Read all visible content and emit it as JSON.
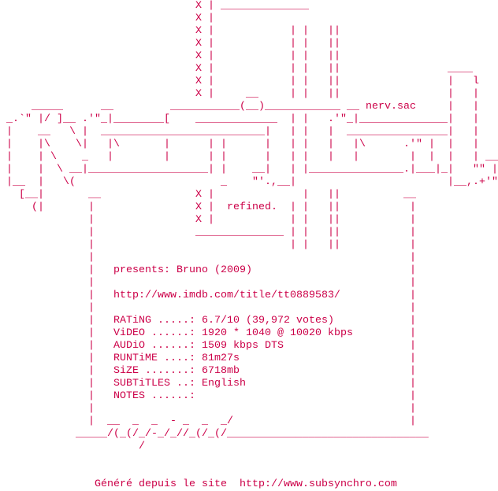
{
  "group_tag": "nerv.sac",
  "tagline": "refined.",
  "release": {
    "presents_label": "presents:",
    "title": "Bruno (2009)",
    "imdb_url": "http://www.imdb.com/title/tt0889583/"
  },
  "info": [
    {
      "label": "RATiNG .....:",
      "value": "6.7/10 (39,972 votes)"
    },
    {
      "label": "ViDEO ......:",
      "value": "1920 * 1040 @ 10020 kbps"
    },
    {
      "label": "AUDiO ......:",
      "value": "1509 kbps DTS"
    },
    {
      "label": "RUNTiME ....:",
      "value": "81m27s"
    },
    {
      "label": "SiZE .......:",
      "value": "6718mb"
    },
    {
      "label": "SUBTiTLES ..:",
      "value": "English"
    },
    {
      "label": "NOTES ......:",
      "value": ""
    }
  ],
  "footer": {
    "text": "Généré depuis le site",
    "url": "http://www.subsynchro.com"
  },
  "colors": {
    "text": "#cc0048",
    "background": "#ffffff"
  }
}
